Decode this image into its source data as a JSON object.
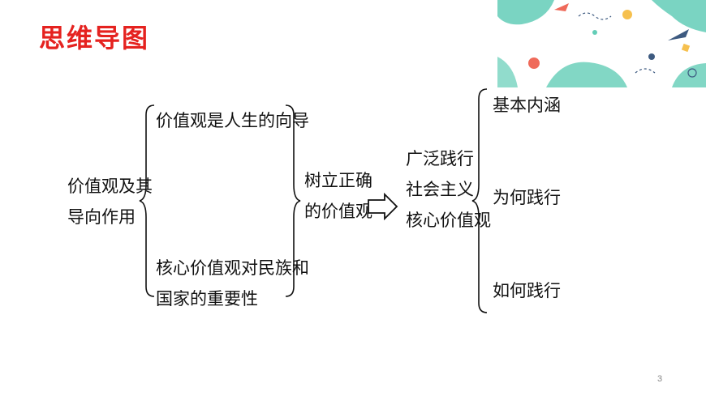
{
  "title": "思维导图",
  "root": {
    "line1": "价值观及其",
    "line2": "导向作用"
  },
  "left_branches": [
    {
      "line1": "价值观是人生的向导",
      "line2": ""
    },
    {
      "line1": "核心价值观对民族和",
      "line2": "国家的重要性"
    }
  ],
  "middle": {
    "line1": "树立正确",
    "line2": "的价值观"
  },
  "practice": {
    "line1": "广泛践行",
    "line2": "社会主义",
    "line3": "核心价值观"
  },
  "right_branches": [
    "基本内涵",
    "为何践行",
    "如何践行"
  ],
  "page_number": "3",
  "colors": {
    "title": "#e5221f",
    "deco_bg": "#ffffff",
    "deco_teal": "#63cdb7"
  }
}
